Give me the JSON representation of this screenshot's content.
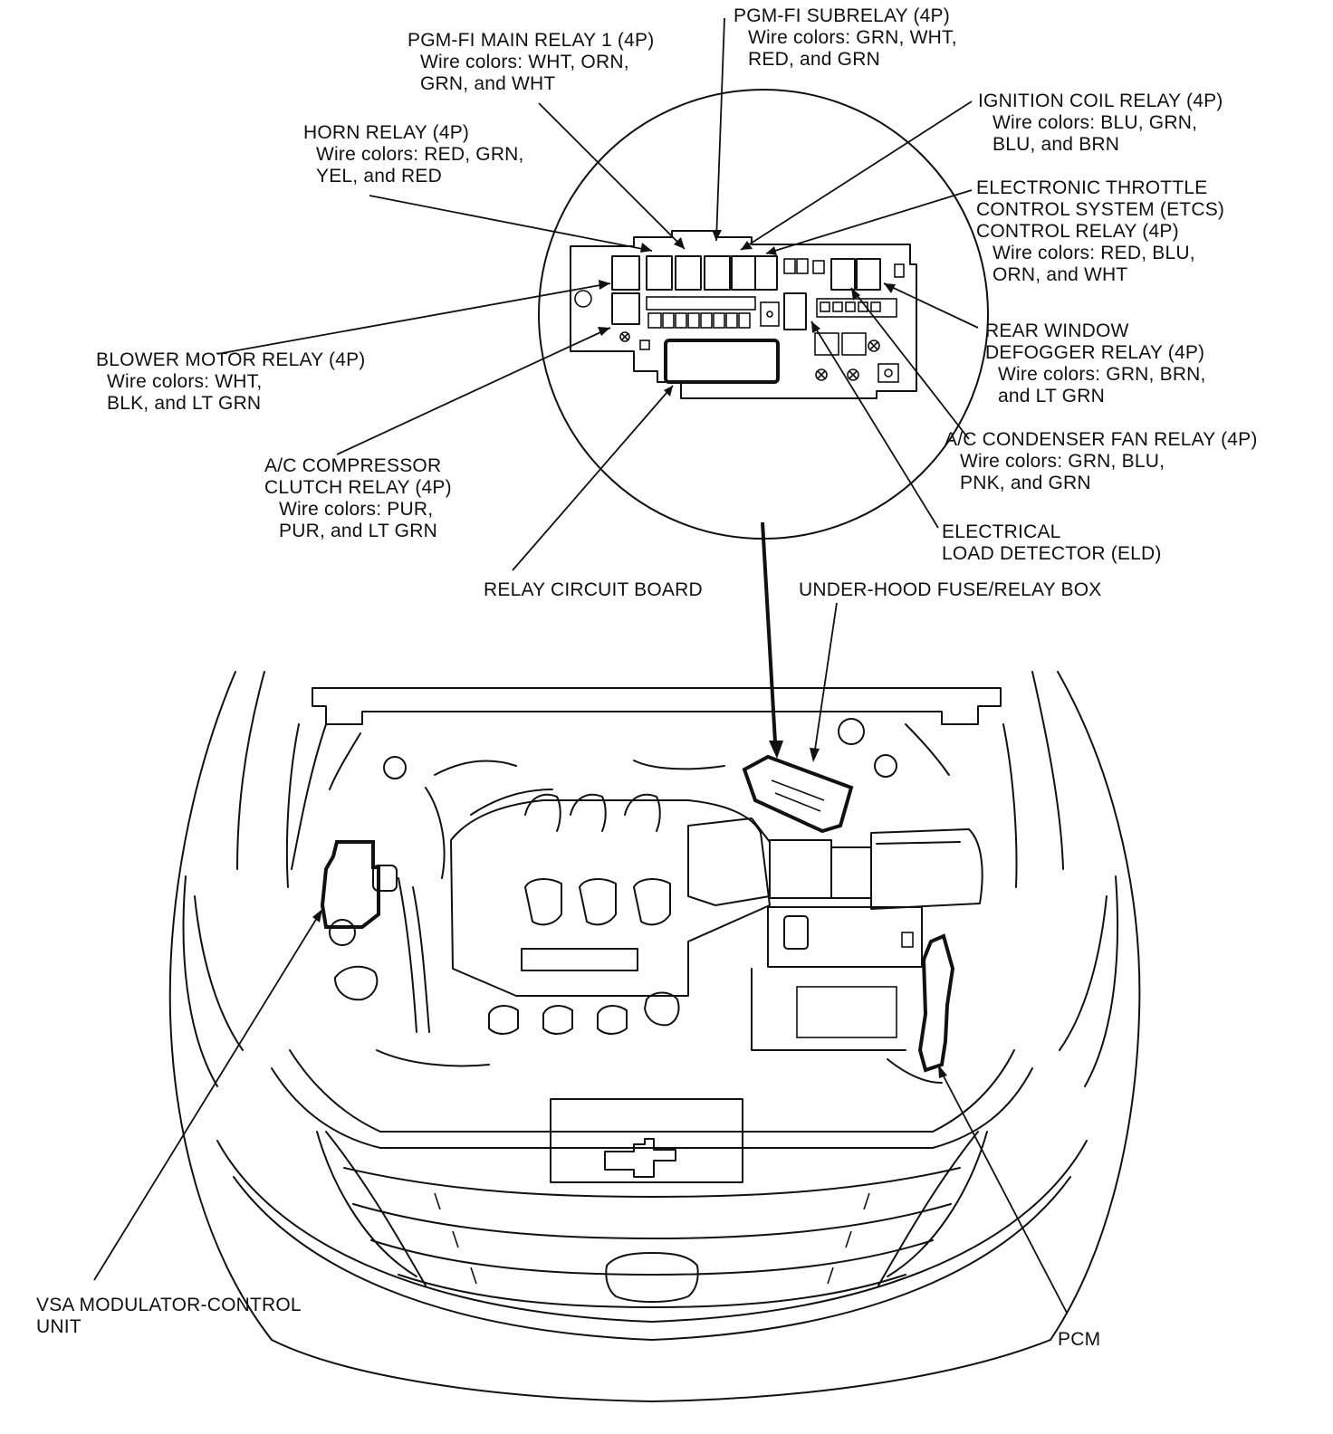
{
  "labels": {
    "pgm_subrelay": {
      "title": "PGM-FI SUBRELAY (4P)",
      "wire1": "Wire colors: GRN, WHT,",
      "wire2": "RED, and GRN"
    },
    "pgm_main_relay": {
      "title": "PGM-FI MAIN RELAY 1 (4P)",
      "wire1": "Wire colors: WHT, ORN,",
      "wire2": "GRN, and WHT"
    },
    "horn_relay": {
      "title": "HORN RELAY (4P)",
      "wire1": "Wire colors: RED, GRN,",
      "wire2": "YEL, and RED"
    },
    "ignition_coil_relay": {
      "title": "IGNITION COIL RELAY (4P)",
      "wire1": "Wire colors: BLU, GRN,",
      "wire2": "BLU, and BRN"
    },
    "etcs_relay": {
      "title1": "ELECTRONIC THROTTLE",
      "title2": "CONTROL SYSTEM (ETCS)",
      "title3": "CONTROL RELAY (4P)",
      "wire1": "Wire colors: RED, BLU,",
      "wire2": "ORN, and WHT"
    },
    "blower_motor_relay": {
      "title": "BLOWER MOTOR RELAY (4P)",
      "wire1": "Wire colors: WHT,",
      "wire2": "BLK, and LT GRN"
    },
    "rear_defogger_relay": {
      "title1": "REAR WINDOW",
      "title2": "DEFOGGER RELAY (4P)",
      "wire1": "Wire colors: GRN, BRN,",
      "wire2": "and LT GRN"
    },
    "ac_compressor_relay": {
      "title1": "A/C COMPRESSOR",
      "title2": "CLUTCH RELAY (4P)",
      "wire1": "Wire colors: PUR,",
      "wire2": "PUR, and LT GRN"
    },
    "ac_condenser_relay": {
      "title": "A/C CONDENSER FAN RELAY (4P)",
      "wire1": "Wire colors: GRN, BLU,",
      "wire2": "PNK, and GRN"
    },
    "eld": {
      "line1": "ELECTRICAL",
      "line2": "LOAD DETECTOR (ELD)"
    },
    "relay_board": {
      "text": "RELAY CIRCUIT BOARD"
    },
    "fuse_box": {
      "text": "UNDER-HOOD FUSE/RELAY BOX"
    },
    "vsa": {
      "line1": "VSA MODULATOR-CONTROL",
      "line2": "UNIT"
    },
    "pcm": {
      "text": "PCM"
    }
  }
}
